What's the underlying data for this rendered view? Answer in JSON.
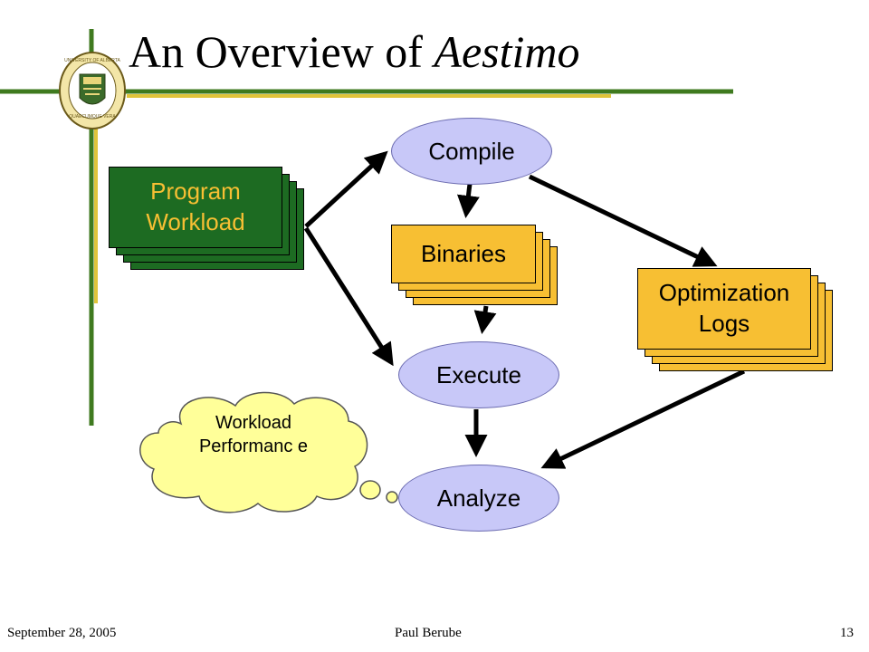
{
  "slide": {
    "title_plain": "An Overview of ",
    "title_italic": "Aestimo"
  },
  "nodes": {
    "program_workload": "Program Workload",
    "compile": "Compile",
    "binaries": "Binaries",
    "execute": "Execute",
    "optimization_logs": "Optimization Logs",
    "analyze": "Analyze",
    "thought": "Workload Performanc e"
  },
  "footer": {
    "date": "September 28, 2005",
    "author": "Paul Berube",
    "page": "13"
  },
  "colors": {
    "accent_green": "#3f7a1f",
    "accent_gold": "#e0c43a",
    "workload_green": "#1d6b22",
    "doc_yellow": "#f7bf33",
    "process_lavender": "#c8c8f8",
    "cloud_yellow": "#ffff99"
  }
}
